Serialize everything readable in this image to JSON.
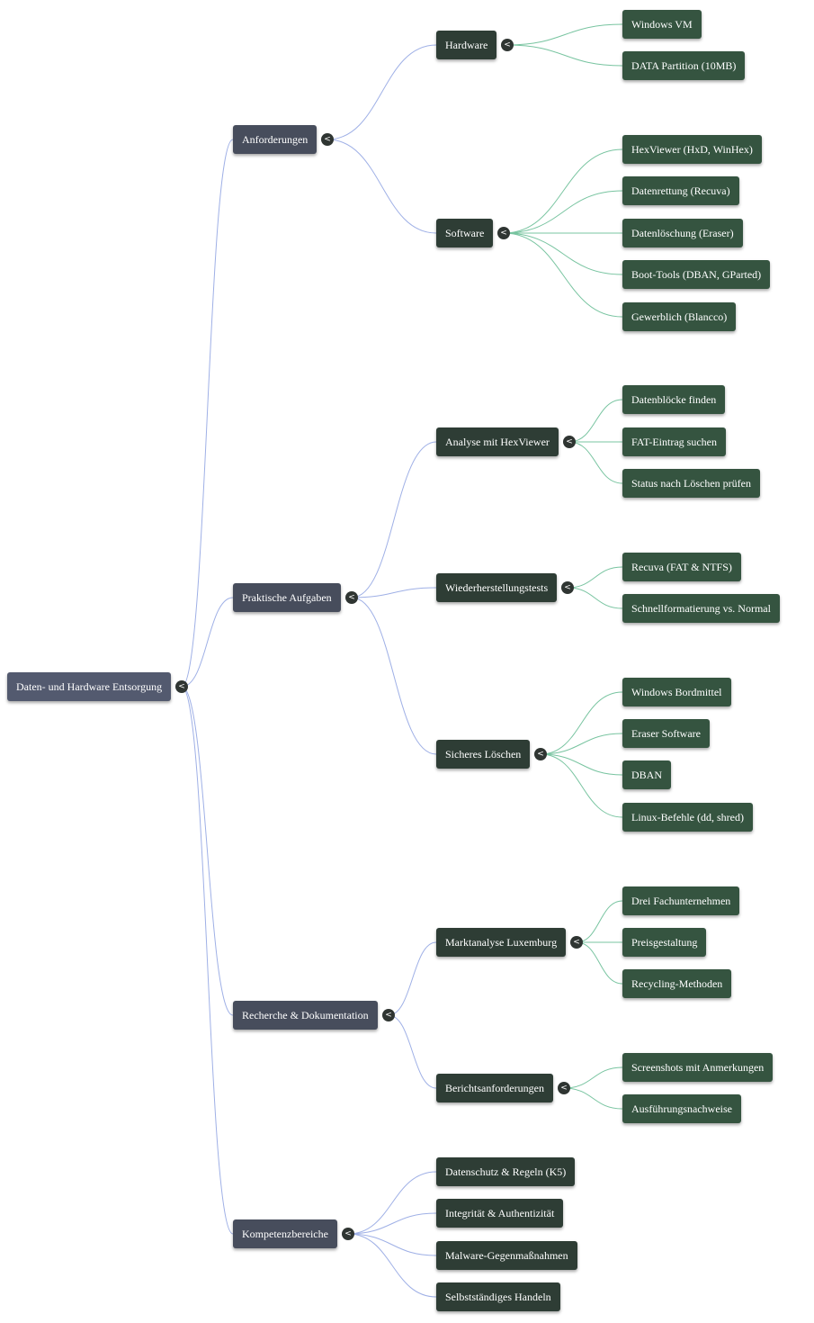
{
  "root": {
    "label": "Daten- und Hardware Entsorgung",
    "children": [
      {
        "label": "Anforderungen",
        "children": [
          {
            "label": "Hardware",
            "children": [
              {
                "label": "Windows VM"
              },
              {
                "label": "DATA Partition (10MB)"
              }
            ]
          },
          {
            "label": "Software",
            "children": [
              {
                "label": "HexViewer (HxD, WinHex)"
              },
              {
                "label": "Datenrettung (Recuva)"
              },
              {
                "label": "Datenlöschung (Eraser)"
              },
              {
                "label": "Boot-Tools (DBAN, GParted)"
              },
              {
                "label": "Gewerblich (Blancco)"
              }
            ]
          }
        ]
      },
      {
        "label": "Praktische Aufgaben",
        "children": [
          {
            "label": "Analyse mit HexViewer",
            "children": [
              {
                "label": "Datenblöcke finden"
              },
              {
                "label": "FAT-Eintrag suchen"
              },
              {
                "label": "Status nach Löschen prüfen"
              }
            ]
          },
          {
            "label": "Wiederherstellungstests",
            "children": [
              {
                "label": "Recuva (FAT & NTFS)"
              },
              {
                "label": "Schnellformatierung vs. Normal"
              }
            ]
          },
          {
            "label": "Sicheres Löschen",
            "children": [
              {
                "label": "Windows Bordmittel"
              },
              {
                "label": "Eraser Software"
              },
              {
                "label": "DBAN"
              },
              {
                "label": "Linux-Befehle (dd, shred)"
              }
            ]
          }
        ]
      },
      {
        "label": "Recherche & Dokumentation",
        "children": [
          {
            "label": "Marktanalyse Luxemburg",
            "children": [
              {
                "label": "Drei Fachunternehmen"
              },
              {
                "label": "Preisgestaltung"
              },
              {
                "label": "Recycling-Methoden"
              }
            ]
          },
          {
            "label": "Berichtsanforderungen",
            "children": [
              {
                "label": "Screenshots mit Anmerkungen"
              },
              {
                "label": "Ausführungsnachweise"
              }
            ]
          }
        ]
      },
      {
        "label": "Kompetenzbereiche",
        "children": [
          {
            "label": "Datenschutz & Regeln (K5)"
          },
          {
            "label": "Integrität & Authentizität"
          },
          {
            "label": "Malware-Gegenmaßnahmen"
          },
          {
            "label": "Selbstständiges Handeln"
          }
        ]
      }
    ]
  },
  "toggle_symbol": "<",
  "colors": {
    "root_node": "#535a6f",
    "branch_node": "#474d5c",
    "subtopic_node": "#2e3d35",
    "leaf_node": "#355440",
    "link_upper": "#9fb0e6",
    "link_lower": "#78c4a0"
  }
}
